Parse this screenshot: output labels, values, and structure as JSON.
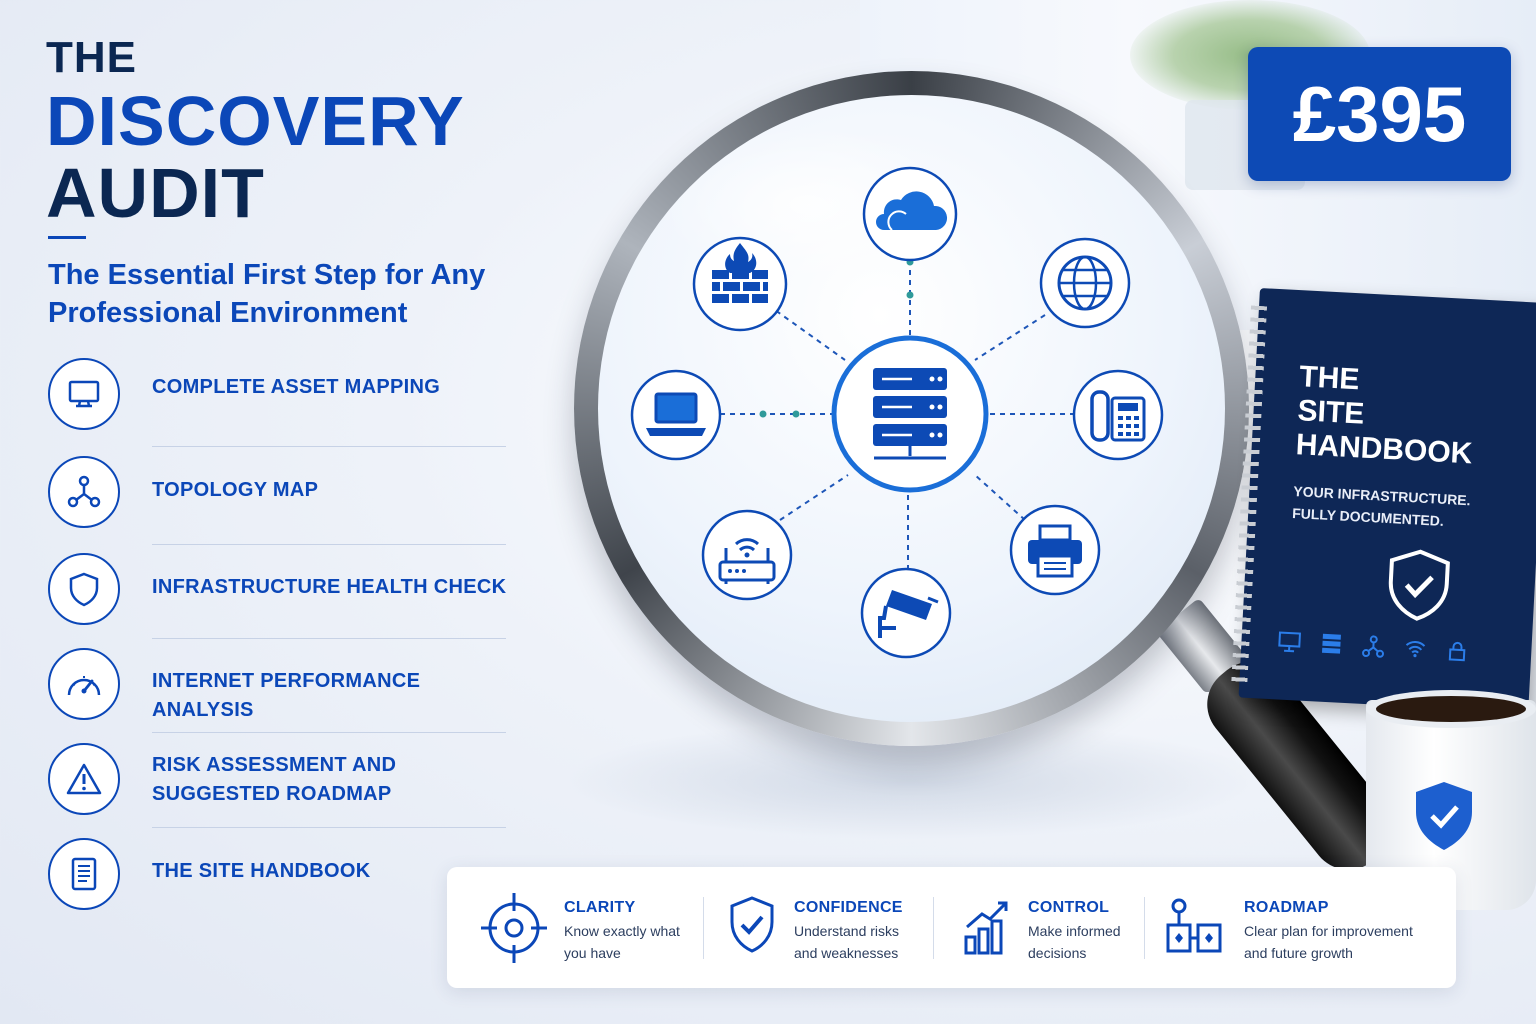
{
  "title": {
    "line1": "THE",
    "line2": "DISCOVERY",
    "line3": "AUDIT"
  },
  "subtitle": "The Essential First Step for Any Professional Environment",
  "price": "£395",
  "features": [
    {
      "icon": "monitor-icon",
      "label": "COMPLETE ASSET MAPPING"
    },
    {
      "icon": "topology-icon",
      "label": "TOPOLOGY MAP"
    },
    {
      "icon": "shield-icon",
      "label": "INFRASTRUCTURE HEALTH CHECK"
    },
    {
      "icon": "speedometer-icon",
      "label": "INTERNET PERFORMANCE ANALYSIS"
    },
    {
      "icon": "warning-icon",
      "label": "RISK ASSESSMENT AND\nSUGGESTED ROADMAP"
    },
    {
      "icon": "document-icon",
      "label": "THE SITE HANDBOOK"
    }
  ],
  "network_icons": [
    "server-icon",
    "cloud-icon",
    "globe-icon",
    "phone-icon",
    "printer-icon",
    "camera-icon",
    "router-icon",
    "laptop-icon",
    "firewall-icon"
  ],
  "handbook": {
    "title": "THE\nSITE\nHANDBOOK",
    "subtitle": "YOUR INFRASTRUCTURE.\nFULLY DOCUMENTED."
  },
  "benefits": [
    {
      "icon": "target-icon",
      "heading": "CLARITY",
      "text": "Know exactly what\nyou have"
    },
    {
      "icon": "shield-check-icon",
      "heading": "CONFIDENCE",
      "text": "Understand risks\nand weaknesses"
    },
    {
      "icon": "growth-chart-icon",
      "heading": "CONTROL",
      "text": "Make informed\ndecisions"
    },
    {
      "icon": "roadmap-icon",
      "heading": "ROADMAP",
      "text": "Clear plan for improvement\nand future growth"
    }
  ],
  "colors": {
    "brand_blue": "#0b47b8",
    "navy": "#0b2752",
    "price_bg": "#0d4ab5"
  }
}
